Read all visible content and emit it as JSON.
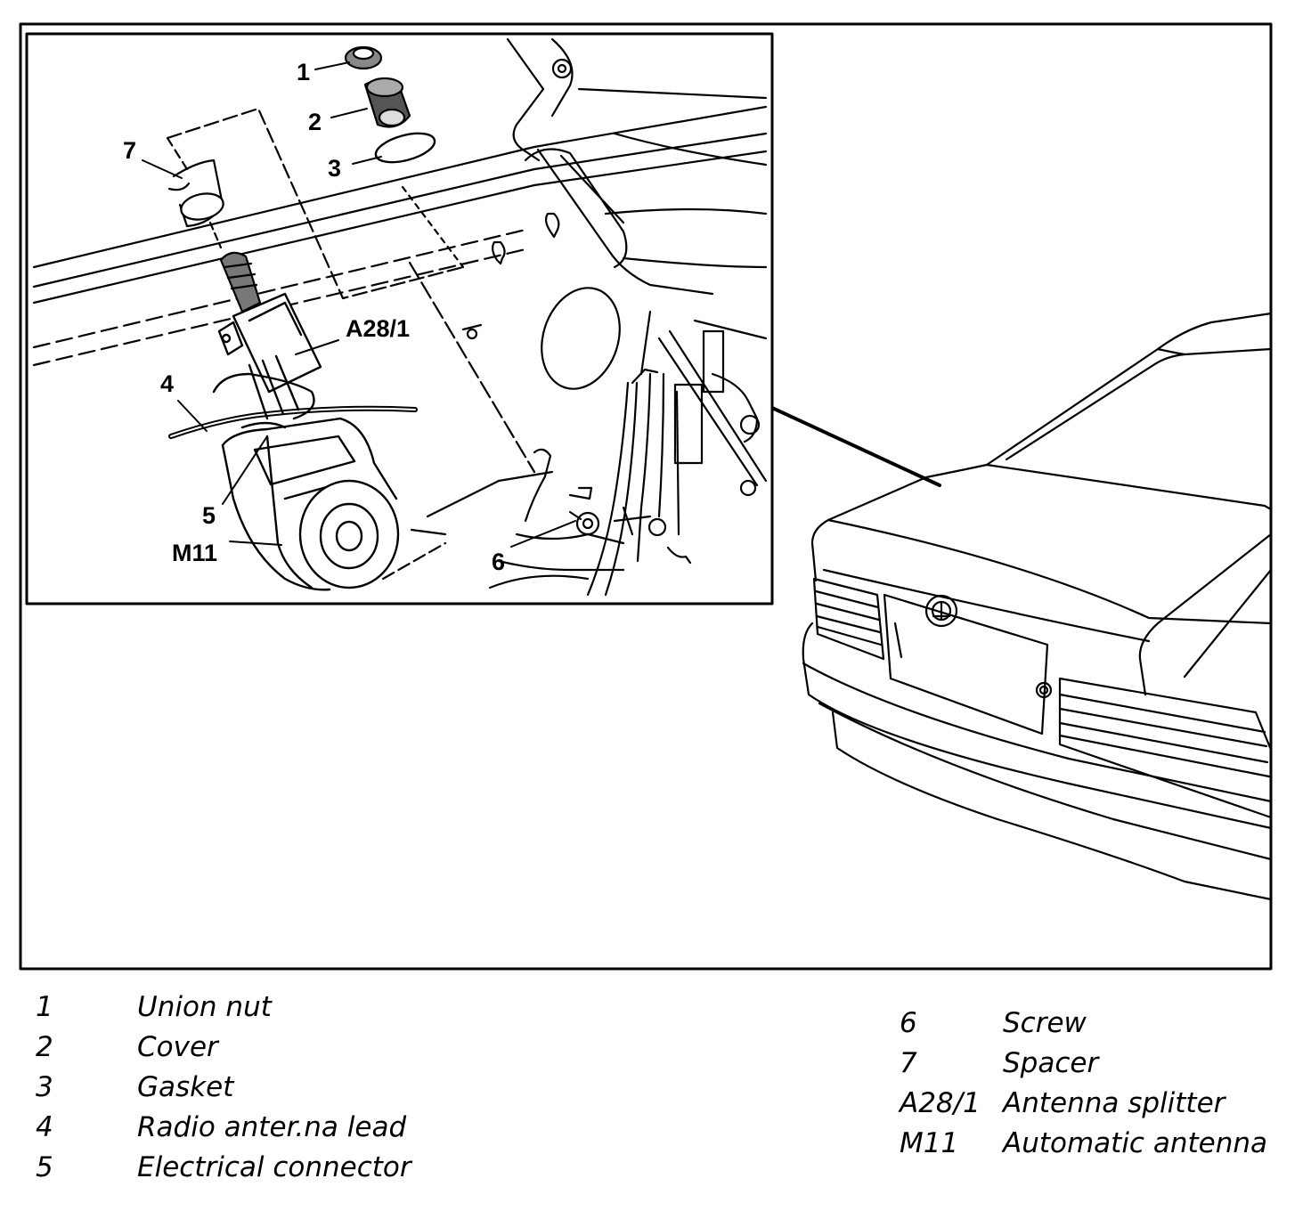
{
  "callouts": [
    {
      "id": "1",
      "text": "1"
    },
    {
      "id": "2",
      "text": "2"
    },
    {
      "id": "3",
      "text": "3"
    },
    {
      "id": "7",
      "text": "7"
    },
    {
      "id": "4",
      "text": "4"
    },
    {
      "id": "A28/1",
      "text": "A28/1"
    },
    {
      "id": "5",
      "text": "5"
    },
    {
      "id": "M11",
      "text": "M11"
    },
    {
      "id": "6",
      "text": "6"
    }
  ],
  "legend": {
    "left": [
      {
        "key": "1",
        "desc": "Union nut"
      },
      {
        "key": "2",
        "desc": "Cover"
      },
      {
        "key": "3",
        "desc": "Gasket"
      },
      {
        "key": "4",
        "desc": "Radio anter.na lead"
      },
      {
        "key": "5",
        "desc": "Electrical connector"
      }
    ],
    "right": [
      {
        "key": "6",
        "desc": "Screw"
      },
      {
        "key": "7",
        "desc": "Spacer"
      },
      {
        "key": "A28/1",
        "desc": "Antenna splitter"
      },
      {
        "key": "M11",
        "desc": "Automatic antenna"
      }
    ]
  }
}
